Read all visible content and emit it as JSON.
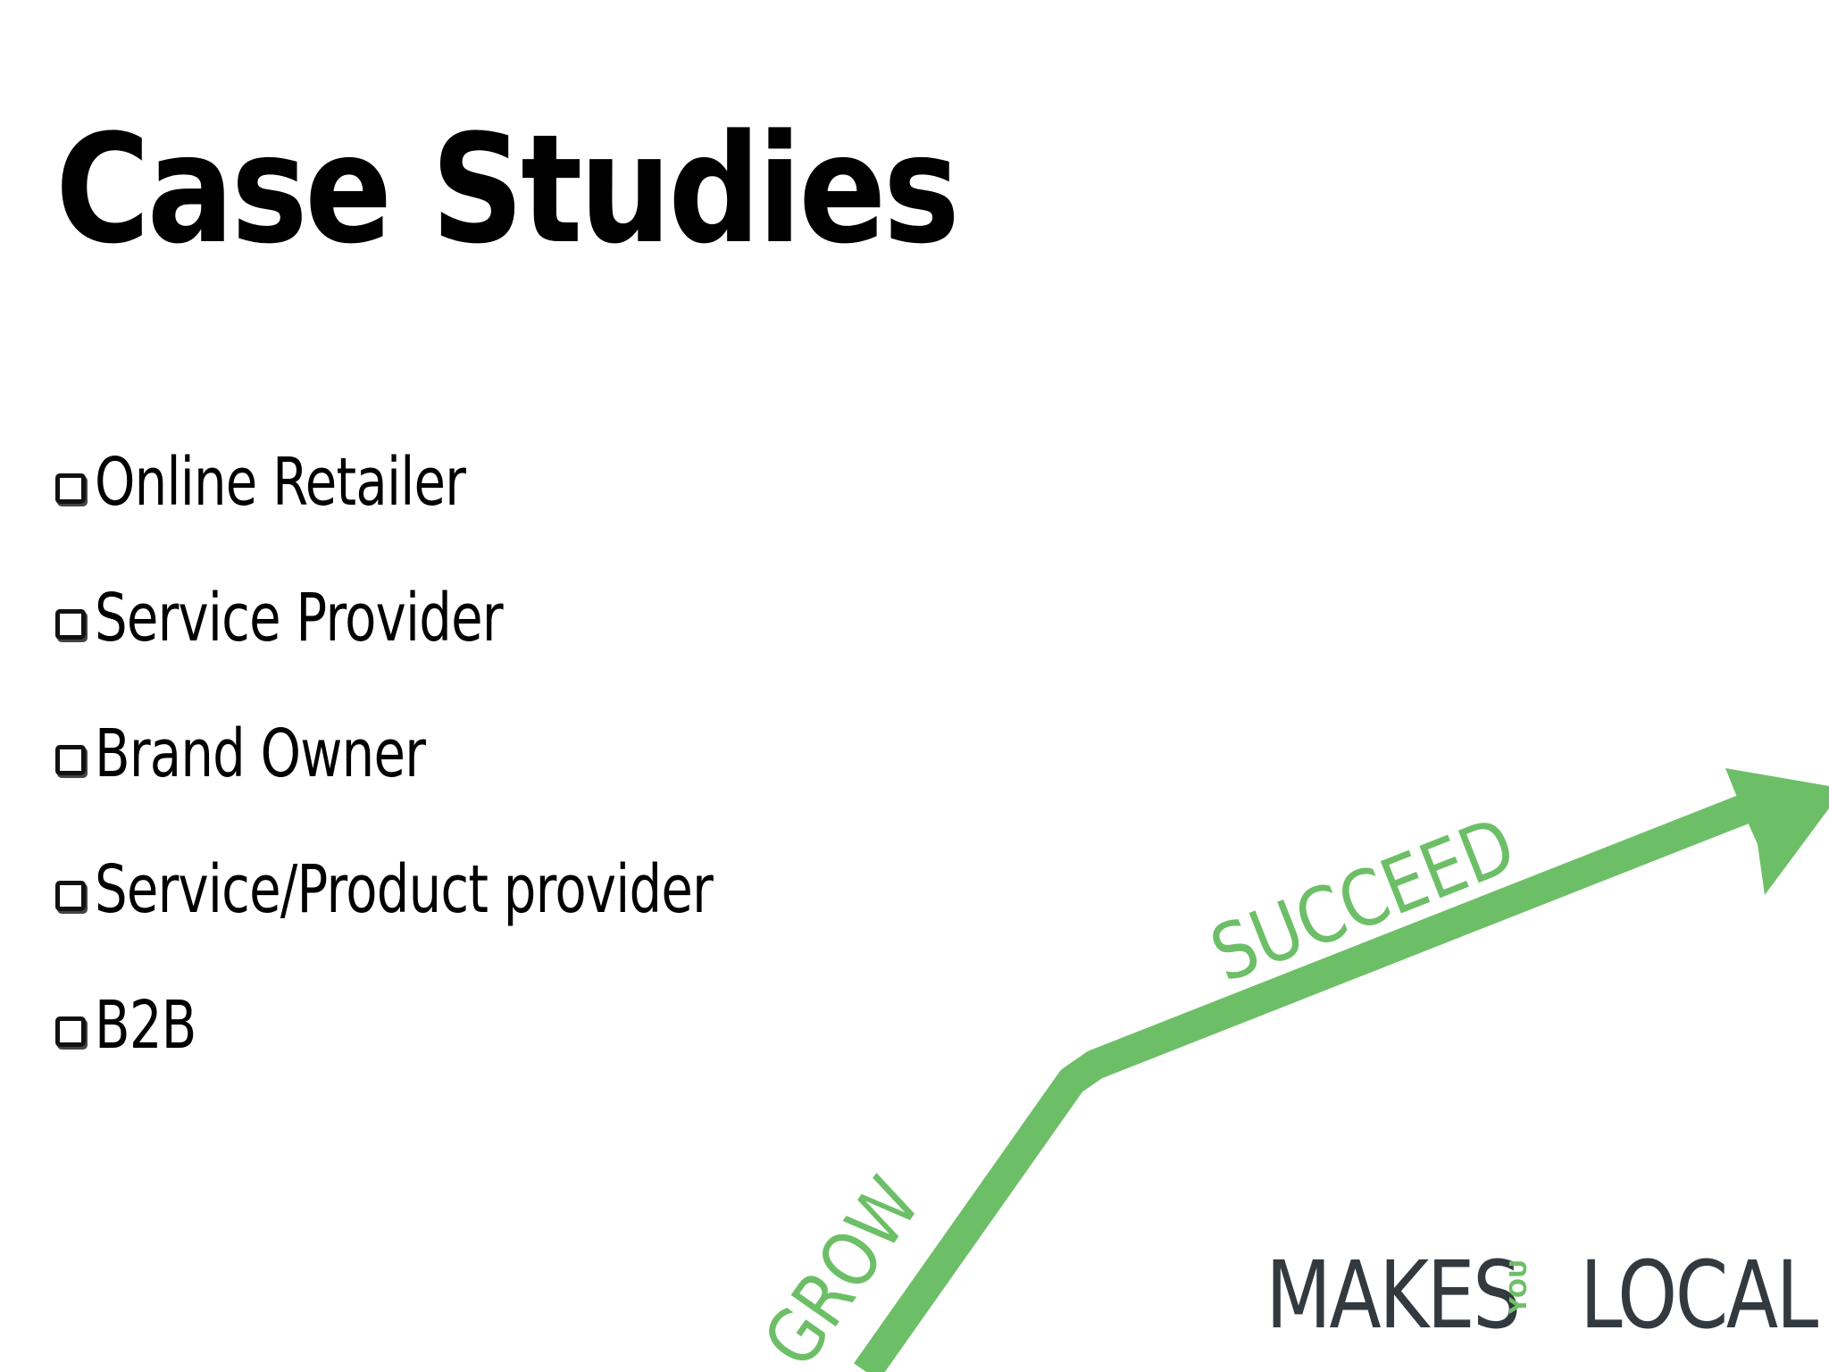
{
  "slide": {
    "title": "Case Studies",
    "items": [
      {
        "label": "Online Retailer"
      },
      {
        "label": "Service Provider"
      },
      {
        "label": "Brand Owner"
      },
      {
        "label": "Service/Product provider"
      },
      {
        "label": "B2B"
      }
    ]
  },
  "graphic": {
    "grow_label": "GROW",
    "succeed_label": "SUCCEED",
    "arrow_color": "#6dbf67"
  },
  "logo": {
    "makes": "MAKES",
    "you": "YOU",
    "local": "LOCAL"
  }
}
